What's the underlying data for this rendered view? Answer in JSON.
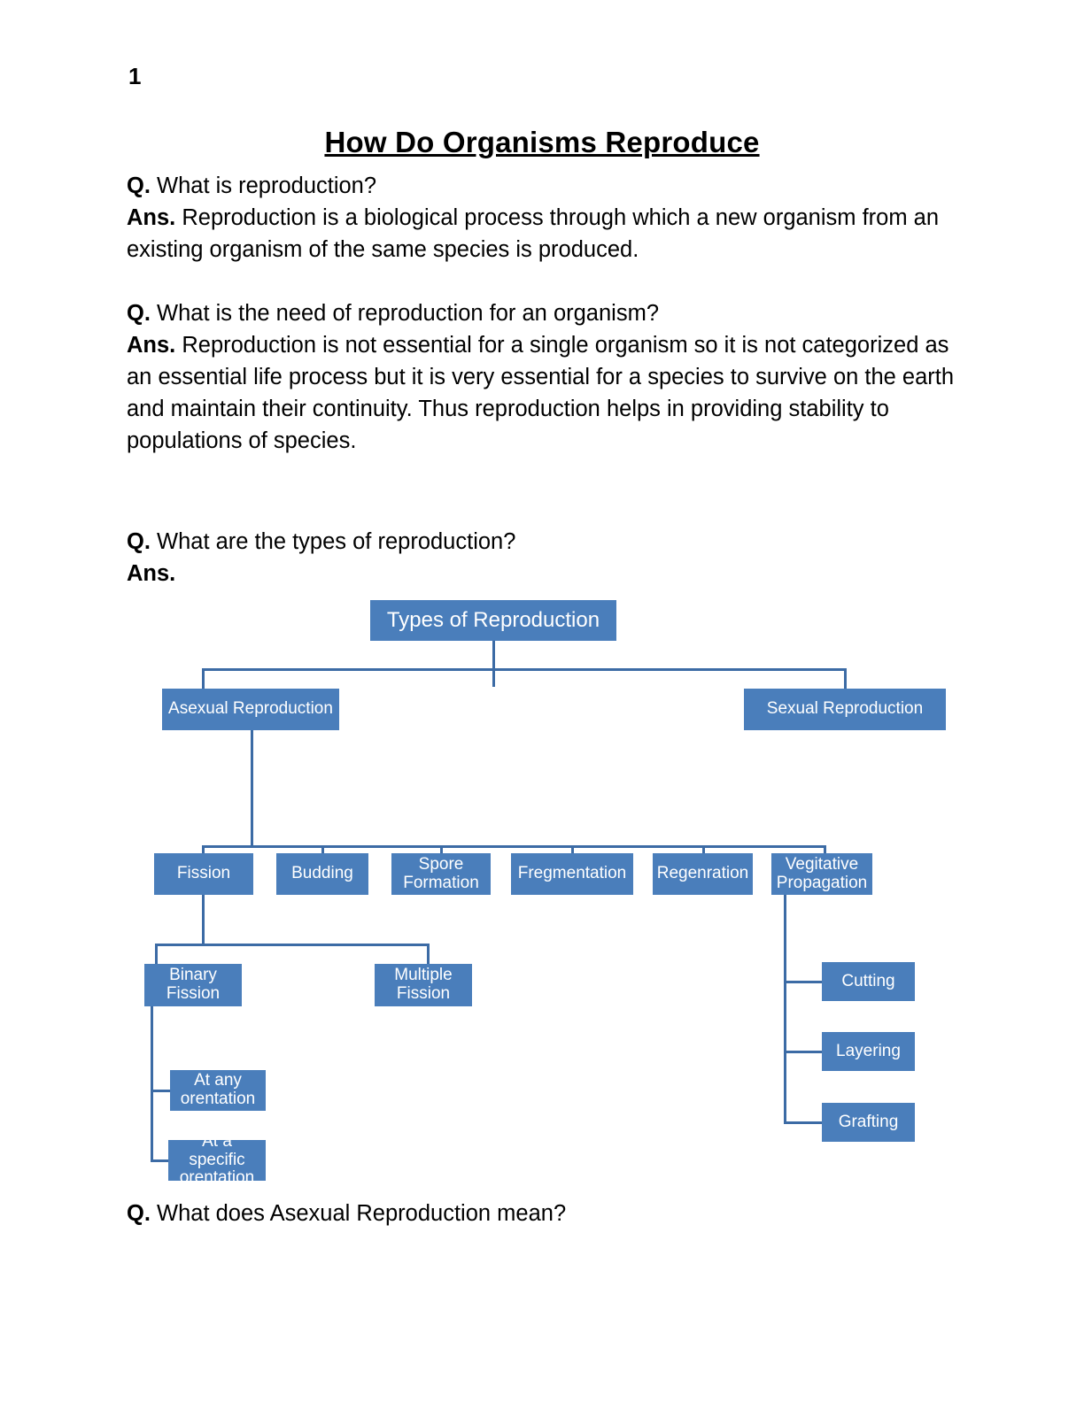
{
  "document": {
    "page_number": "1",
    "title": "How Do Organisms Reproduce"
  },
  "qa": [
    {
      "label": "Q.",
      "question": " What is reproduction?",
      "ans_label": "Ans.",
      "answer": " Reproduction is a biological process through which a new organism from an existing organism of the same species is produced."
    },
    {
      "label": "Q.",
      "question": " What is the need of reproduction for an organism?",
      "ans_label": "Ans.",
      "answer": " Reproduction is not essential for a single organism so it is not categorized as an essential life process but it is very essential for a species to survive on the earth and maintain their continuity. Thus reproduction helps in providing stability to populations of species."
    },
    {
      "label": "Q.",
      "question": " What are the types of reproduction?",
      "ans_label": "Ans.",
      "answer": ""
    },
    {
      "label": "Q.",
      "question": " What does Asexual Reproduction mean?",
      "ans_label": "",
      "answer": ""
    }
  ],
  "chart_data": {
    "type": "diagram",
    "title": "Types of Reproduction",
    "node_color": "#4A7EBB",
    "connector_color": "#3C6BA5",
    "text_color": "#FFFFFF",
    "nodes": {
      "root": "Types of Reproduction",
      "asexual": "Asexual Reproduction",
      "sexual": "Sexual Reproduction",
      "fission": "Fission",
      "budding": "Budding",
      "spore_formation": "Spore Formation",
      "fregmentation": "Fregmentation",
      "regenration": "Regenration",
      "vegitative_propagation": "Vegitative Propagation",
      "binary_fission": "Binary Fission",
      "multiple_fission": "Multiple Fission",
      "at_any_orentation": "At any orentation",
      "at_a_specific_orentation": "At a specific orentation",
      "cutting": "Cutting",
      "layering": "Layering",
      "grafting": "Grafting"
    },
    "edges": [
      [
        "root",
        "asexual"
      ],
      [
        "root",
        "sexual"
      ],
      [
        "asexual",
        "fission"
      ],
      [
        "asexual",
        "budding"
      ],
      [
        "asexual",
        "spore_formation"
      ],
      [
        "asexual",
        "fregmentation"
      ],
      [
        "asexual",
        "regenration"
      ],
      [
        "asexual",
        "vegitative_propagation"
      ],
      [
        "fission",
        "binary_fission"
      ],
      [
        "fission",
        "multiple_fission"
      ],
      [
        "binary_fission",
        "at_any_orentation"
      ],
      [
        "binary_fission",
        "at_a_specific_orentation"
      ],
      [
        "vegitative_propagation",
        "cutting"
      ],
      [
        "vegitative_propagation",
        "layering"
      ],
      [
        "vegitative_propagation",
        "grafting"
      ]
    ]
  }
}
